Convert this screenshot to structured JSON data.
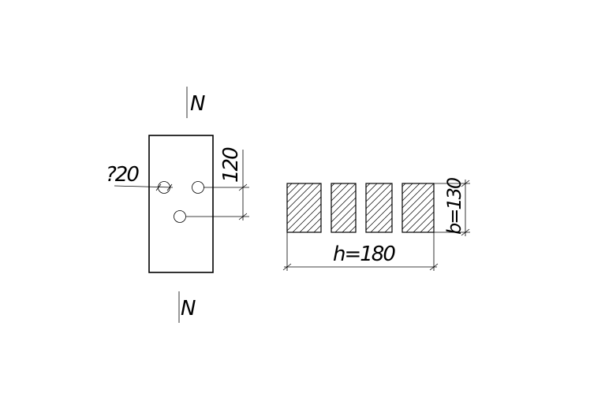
{
  "left_view": {
    "force_top": "N",
    "force_bottom": "N",
    "hole_diameter": "?20",
    "spacing": "120"
  },
  "right_view": {
    "width": "h=180",
    "thickness": "b=130"
  }
}
